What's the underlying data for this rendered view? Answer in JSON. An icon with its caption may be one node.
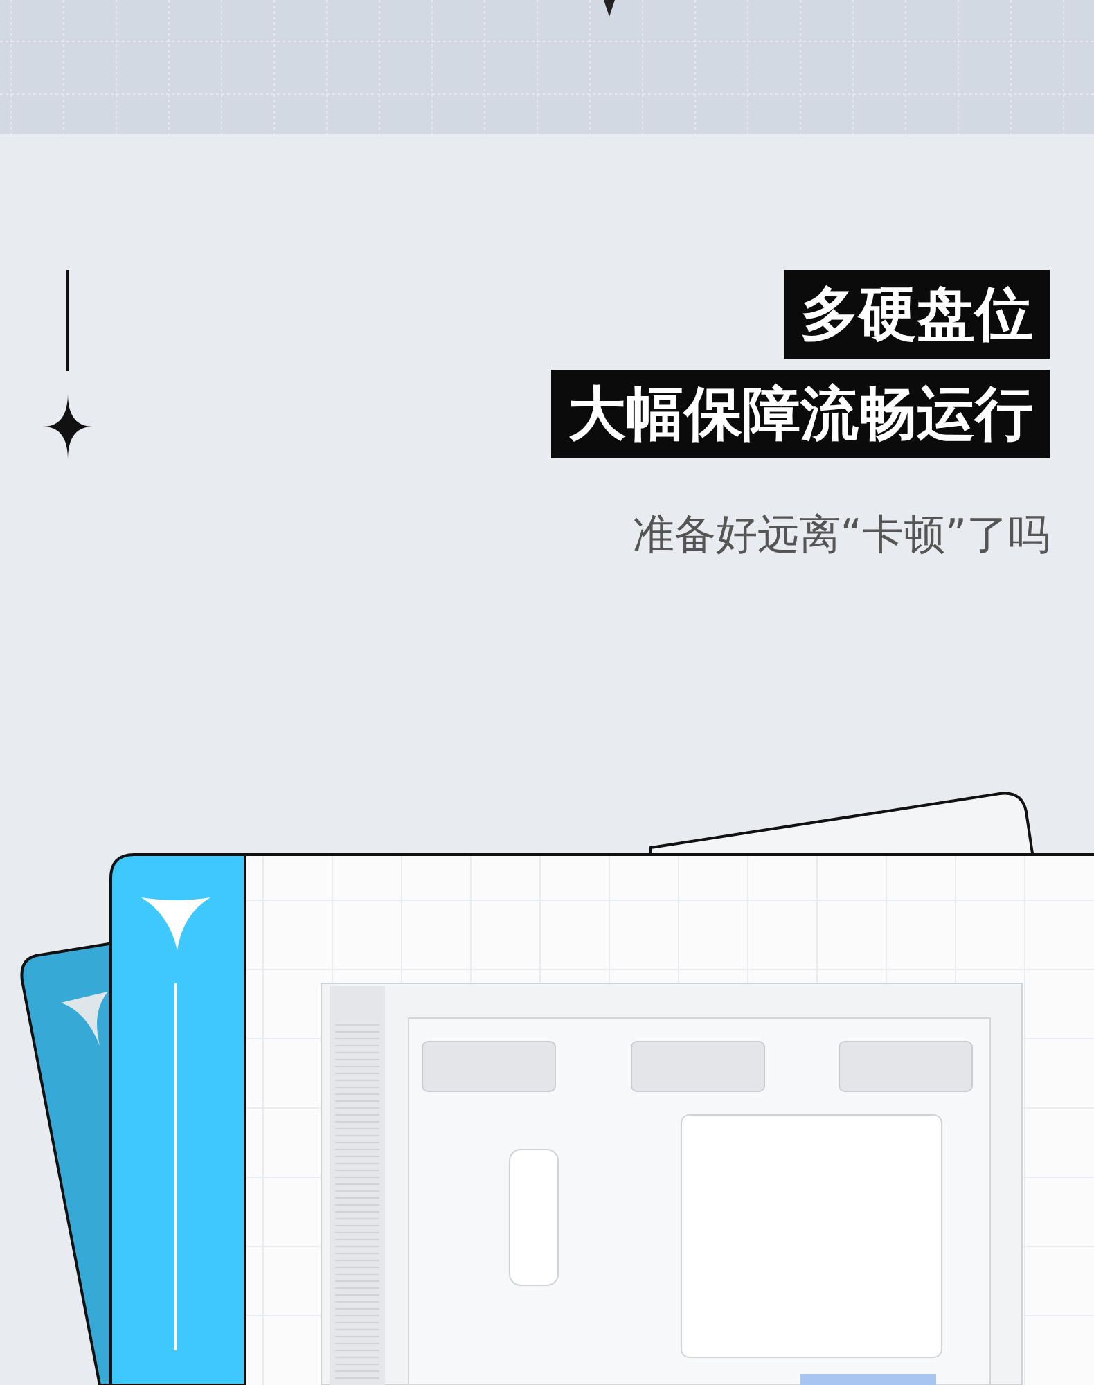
{
  "diagram": {
    "labels": [
      "多硬盘位",
      "大幅保障流畅运行",
      "准备好远离“卡顿”了吗"
    ]
  }
}
